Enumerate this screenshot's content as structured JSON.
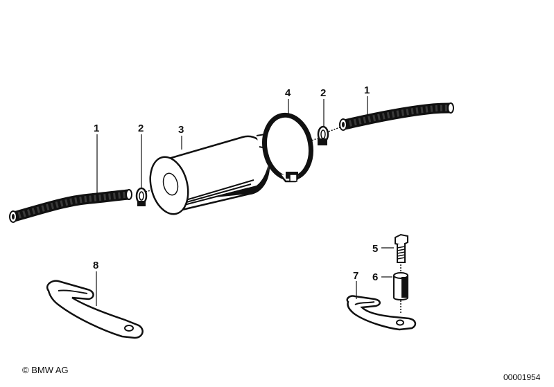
{
  "callouts": {
    "hose_left": "1",
    "clamp_left": "2",
    "filter": "3",
    "bracket_ring": "4",
    "clamp_right": "2",
    "hose_right": "1",
    "bolt": "5",
    "spacer": "6",
    "holder_small": "7",
    "holder_large": "8"
  },
  "footer": {
    "copyright": "© BMW AG",
    "diagram_id": "00001954"
  },
  "colors": {
    "ink": "#111111",
    "hose": "#1a1a1a",
    "paper": "#ffffff"
  }
}
